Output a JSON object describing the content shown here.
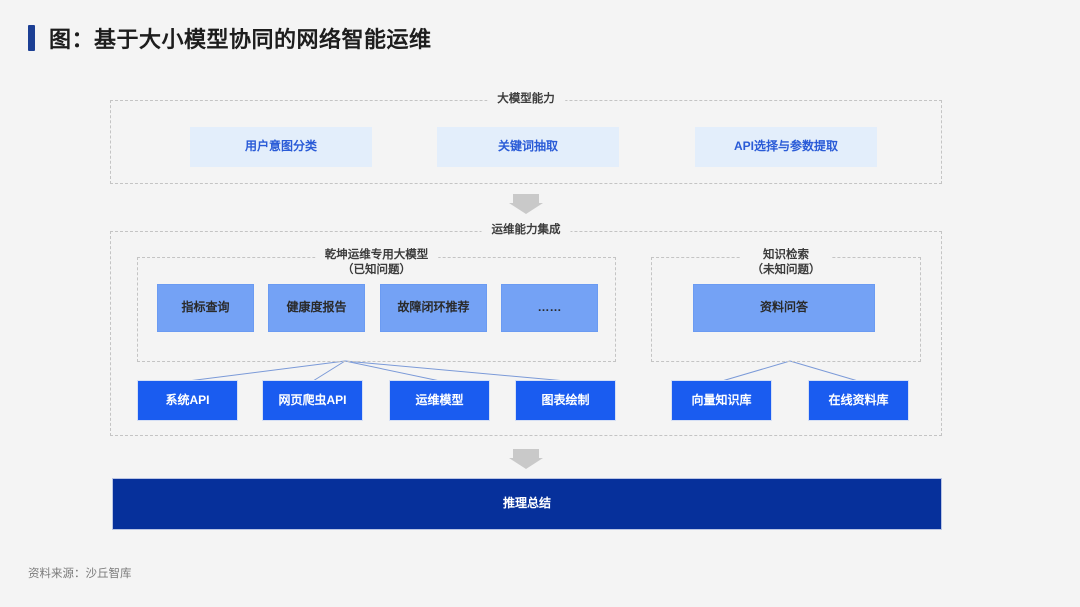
{
  "title": "图：基于大小模型协同的网络智能运维",
  "accent_color": "#1c3f94",
  "colors": {
    "pale_box_bg": "#e3eefb",
    "pale_box_text": "#2a5bd7",
    "mid_box_bg": "#74a2f5",
    "strong_box_bg": "#1a5cf0",
    "summary_bg": "#06309b",
    "dashed_border": "#c4c4c4",
    "arrow_gray": "#c9c9c9",
    "canvas_bg": "#f4f4f4"
  },
  "groups": {
    "capability": {
      "label": "大模型能力",
      "items": [
        {
          "label": "用户意图分类"
        },
        {
          "label": "关键词抽取"
        },
        {
          "label": "API选择与参数提取"
        }
      ]
    },
    "integration": {
      "label": "运维能力集成",
      "subgroups": [
        {
          "label_line1": "乾坤运维专用大模型",
          "label_line2": "（已知问题）",
          "items": [
            {
              "label": "指标查询"
            },
            {
              "label": "健康度报告"
            },
            {
              "label": "故障闭环推荐"
            },
            {
              "label": "……"
            }
          ],
          "apis": [
            {
              "label": "系统API"
            },
            {
              "label": "网页爬虫API"
            },
            {
              "label": "运维模型"
            },
            {
              "label": "图表绘制"
            }
          ]
        },
        {
          "label_line1": "知识检索",
          "label_line2": "（未知问题）",
          "items": [
            {
              "label": "资料问答"
            }
          ],
          "apis": [
            {
              "label": "向量知识库"
            },
            {
              "label": "在线资料库"
            }
          ]
        }
      ]
    }
  },
  "summary_bar": {
    "label": "推理总结"
  },
  "footer": {
    "source": "资料来源：沙丘智库"
  }
}
